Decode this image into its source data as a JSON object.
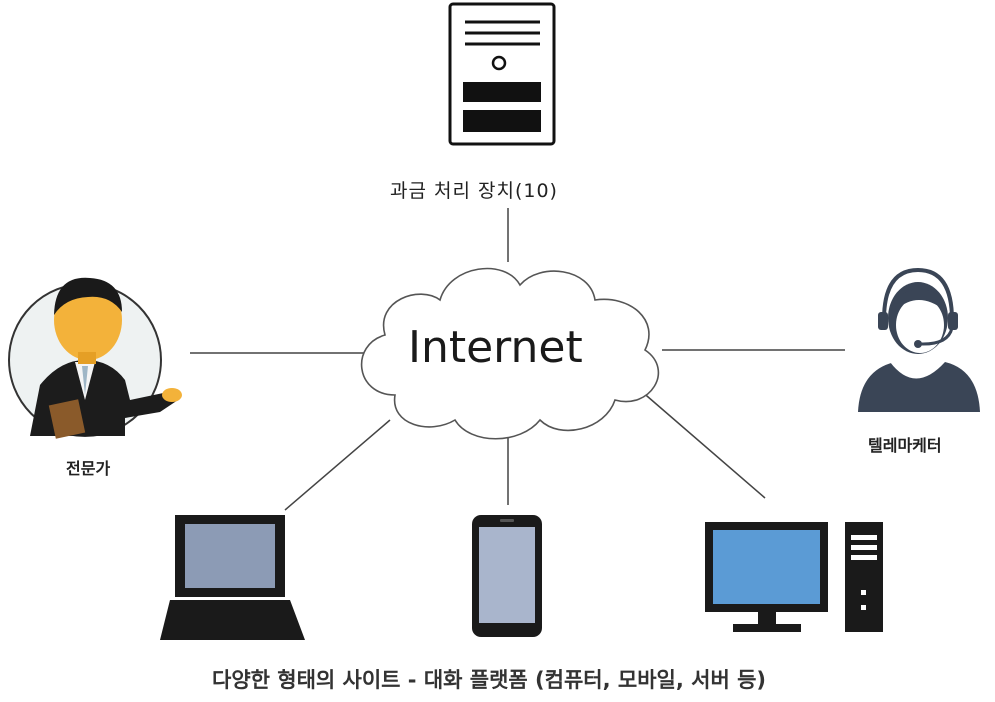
{
  "center": {
    "label": "Internet"
  },
  "nodes": {
    "server": {
      "label": "과금 처리 장치(10)",
      "icon": "server-icon"
    },
    "expert": {
      "label": "전문가",
      "icon": "expert-person-icon"
    },
    "telemarketer": {
      "label": "텔레마케터",
      "icon": "headset-operator-icon"
    },
    "laptop": {
      "icon": "laptop-icon"
    },
    "mobile": {
      "icon": "smartphone-icon"
    },
    "desktop": {
      "icon": "desktop-computer-icon"
    }
  },
  "caption": "다양한 형태의 사이트 - 대화 플랫폼  (컴퓨터, 모바일, 서버 등)",
  "colors": {
    "line": "#444444",
    "screen_blue": "#5b9bd5",
    "screen_gray": "#8c9bb5",
    "phone_screen": "#a9b5cc",
    "dark": "#1a1a1a",
    "operator": "#3a4556",
    "skin": "#f3b23a"
  }
}
